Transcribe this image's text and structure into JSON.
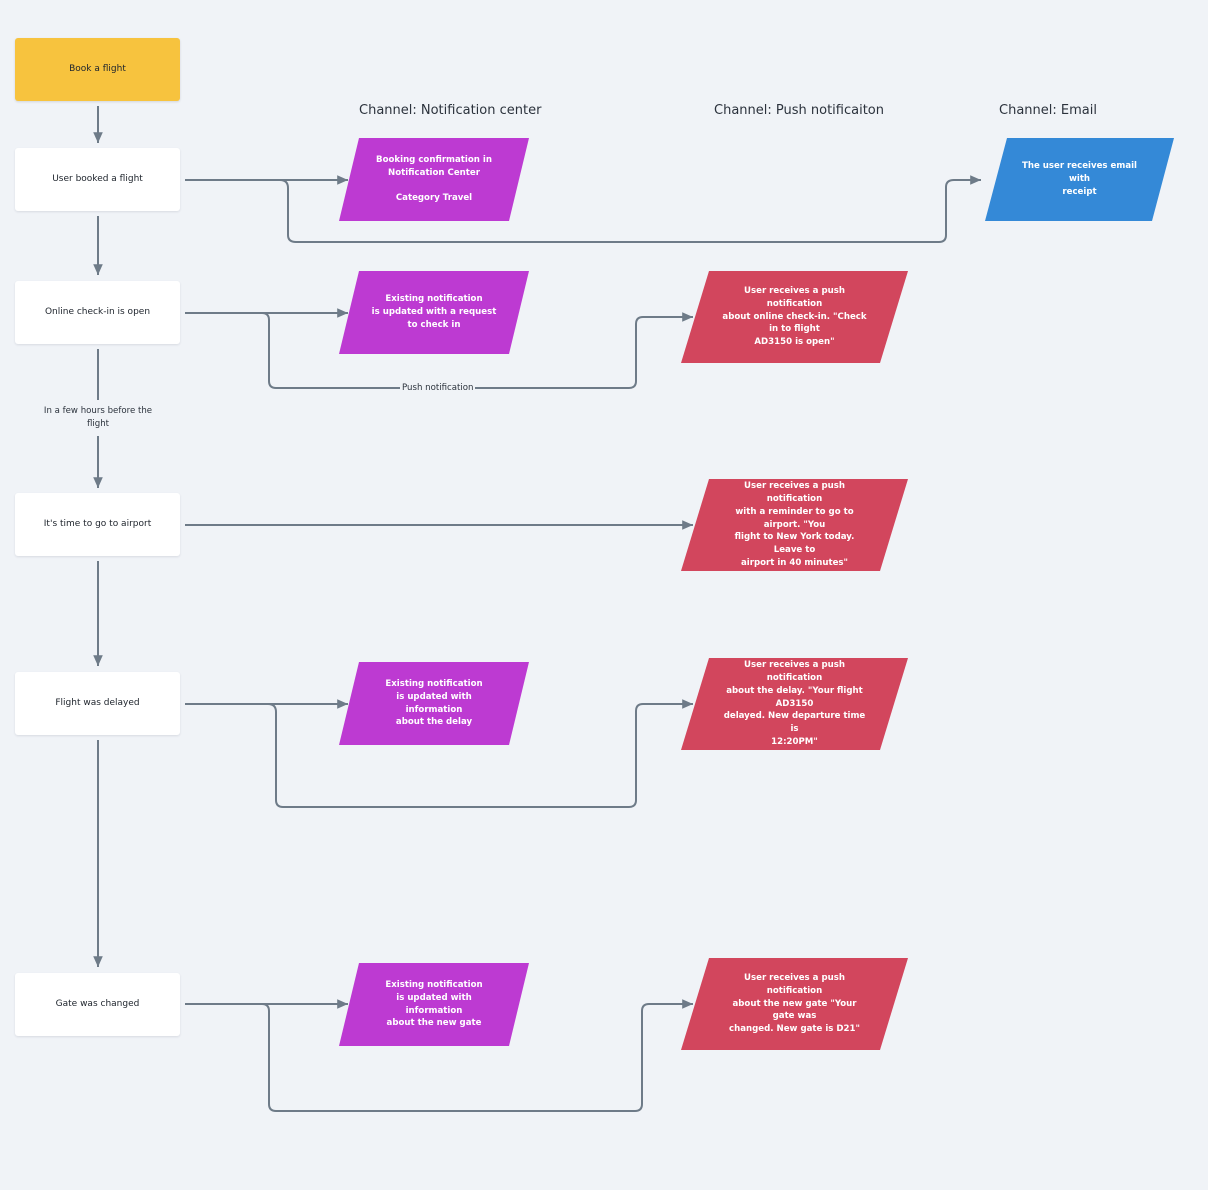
{
  "headers": {
    "notification_center": "Channel: Notification center",
    "push": "Channel: Push notificaiton",
    "email": "Channel: Email"
  },
  "steps": {
    "book": "Book a flight",
    "booked": "User booked a flight",
    "checkin": "Online check-in is open",
    "airport": "It's time to go to airport",
    "delayed": "Flight was delayed",
    "gate": "Gate was changed"
  },
  "notification_center": {
    "booking": "Booking confirmation in\nNotification Center\n\nCategory Travel",
    "checkin": "Existing notification\nis updated with a request\nto check in",
    "delay": "Existing notification\nis updated with information\nabout the delay",
    "gate": "Existing notification\nis updated with information\nabout the new gate"
  },
  "push": {
    "checkin": "User receives a push notification\nabout online check-in. \"Check in to flight\nAD3150 is open\"",
    "airport": "User receives a push notification\nwith a reminder to go to airport. \"You\nflight to New York today. Leave to\nairport in 40 minutes\"",
    "delay": "User receives a push notification\nabout the delay. \"Your flight AD3150\ndelayed. New departure time is\n12:20PM\"",
    "gate": "User receives a push notification\nabout the new gate \"Your gate was\nchanged. New gate is D21\""
  },
  "email": {
    "receipt": "The user receives email with\nreceipt"
  },
  "edge_labels": {
    "push_notification": "Push notification",
    "few_hours": "In a few hours before the flight"
  },
  "colors": {
    "background": "#f0f3f7",
    "start": "#f7c33e",
    "notification_center": "#bd3ad2",
    "push": "#d2465d",
    "email": "#3489d7",
    "connector": "#6e7b88"
  }
}
